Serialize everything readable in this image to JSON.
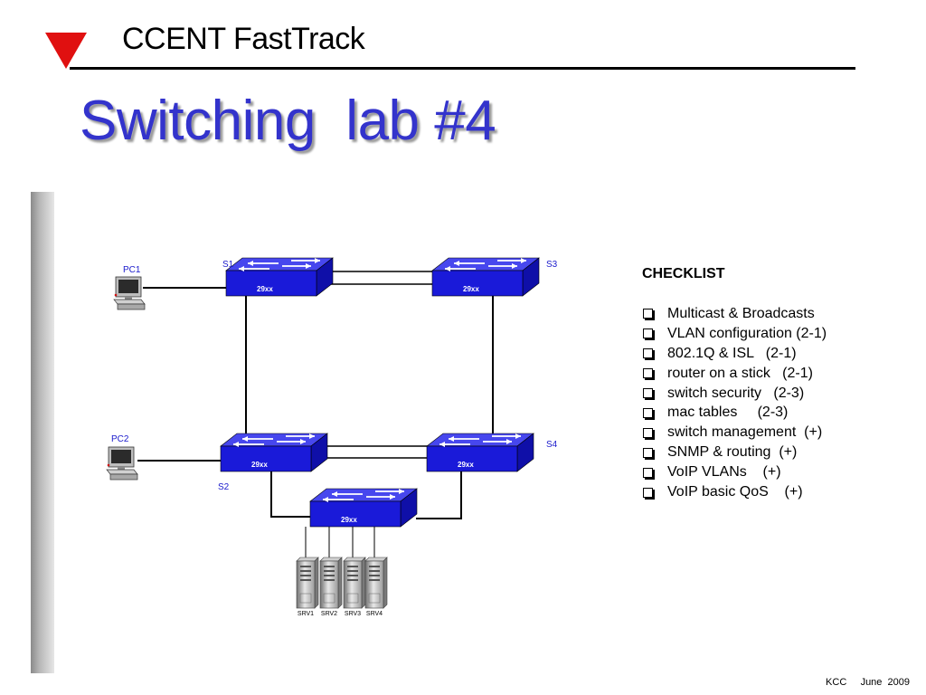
{
  "header": {
    "text": "CCENT FastTrack",
    "accent_color": "#e01010",
    "icon": "red-triangle-icon"
  },
  "title": "Switching  lab #4",
  "diagram": {
    "switches": [
      {
        "id": "S1",
        "label": "S1",
        "model": "29xx"
      },
      {
        "id": "S3",
        "label": "S3",
        "model": "29xx"
      },
      {
        "id": "S2",
        "label": "S2",
        "model": "29xx"
      },
      {
        "id": "S4",
        "label": "S4",
        "model": "29xx"
      },
      {
        "id": "S5",
        "label": "",
        "model": "29xx"
      }
    ],
    "pcs": [
      {
        "id": "PC1",
        "label": "PC1"
      },
      {
        "id": "PC2",
        "label": "PC2"
      }
    ],
    "servers": [
      {
        "id": "SRV1",
        "label": "SRV1"
      },
      {
        "id": "SRV2",
        "label": "SRV2"
      },
      {
        "id": "SRV3",
        "label": "SRV3"
      },
      {
        "id": "SRV4",
        "label": "SRV4"
      }
    ],
    "links": [
      [
        "S1",
        "S3"
      ],
      [
        "S1",
        "S2"
      ],
      [
        "S3",
        "S4"
      ],
      [
        "S2",
        "S4"
      ],
      [
        "PC1",
        "S1"
      ],
      [
        "PC2",
        "S2"
      ],
      [
        "S2",
        "S5"
      ],
      [
        "S4",
        "S5"
      ],
      [
        "S5",
        "SRV1"
      ],
      [
        "S5",
        "SRV2"
      ],
      [
        "S5",
        "SRV3"
      ],
      [
        "S5",
        "SRV4"
      ]
    ],
    "switch_color": "#1a1ad9",
    "label_color": "#1a1acc"
  },
  "checklist": {
    "title": "CHECKLIST",
    "items": [
      "Multicast & Broadcasts",
      "VLAN configuration (2-1)",
      "802.1Q & ISL   (2-1)",
      "router on a stick   (2-1)",
      "switch security   (2-3)",
      "mac tables     (2-3)",
      "switch management  (+)",
      "SNMP & routing  (+)",
      "VoIP VLANs    (+)",
      "VoIP basic QoS    (+)"
    ]
  },
  "footer": {
    "org": "KCC",
    "date": "June  2009"
  }
}
